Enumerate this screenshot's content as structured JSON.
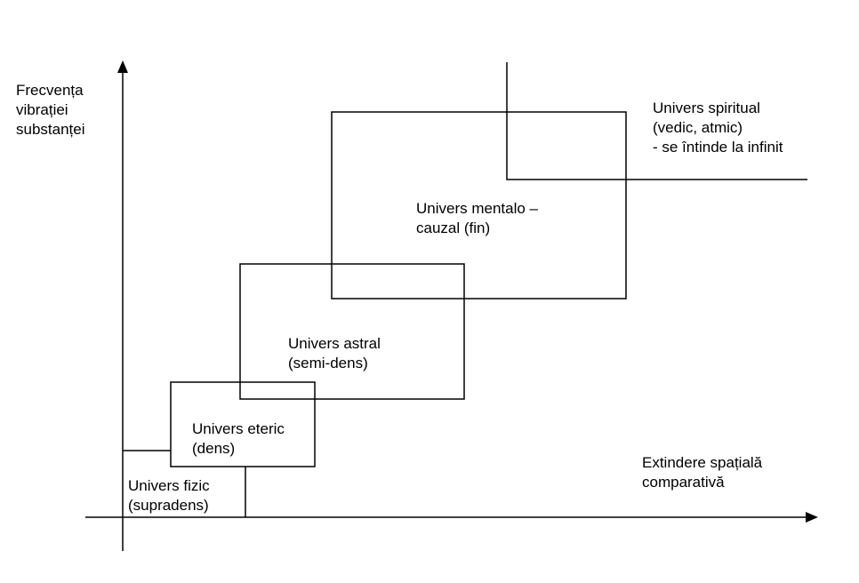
{
  "axes": {
    "y_label": [
      "Frecvența",
      "vibrației",
      "substanței"
    ],
    "x_label": [
      "Extindere spațială",
      "comparativă"
    ]
  },
  "regions": {
    "fizic": {
      "lines": [
        "Univers fizic",
        "(supradens)"
      ]
    },
    "eteric": {
      "lines": [
        "Univers eteric",
        "(dens)"
      ]
    },
    "astral": {
      "lines": [
        "Univers astral",
        "(semi-dens)"
      ]
    },
    "mental": {
      "lines": [
        "Univers mentalo –",
        "cauzal  (fin)"
      ]
    },
    "spiritual": {
      "lines": [
        "Univers spiritual",
        "(vedic, atmic)",
        "- se întinde la infinit"
      ]
    }
  }
}
